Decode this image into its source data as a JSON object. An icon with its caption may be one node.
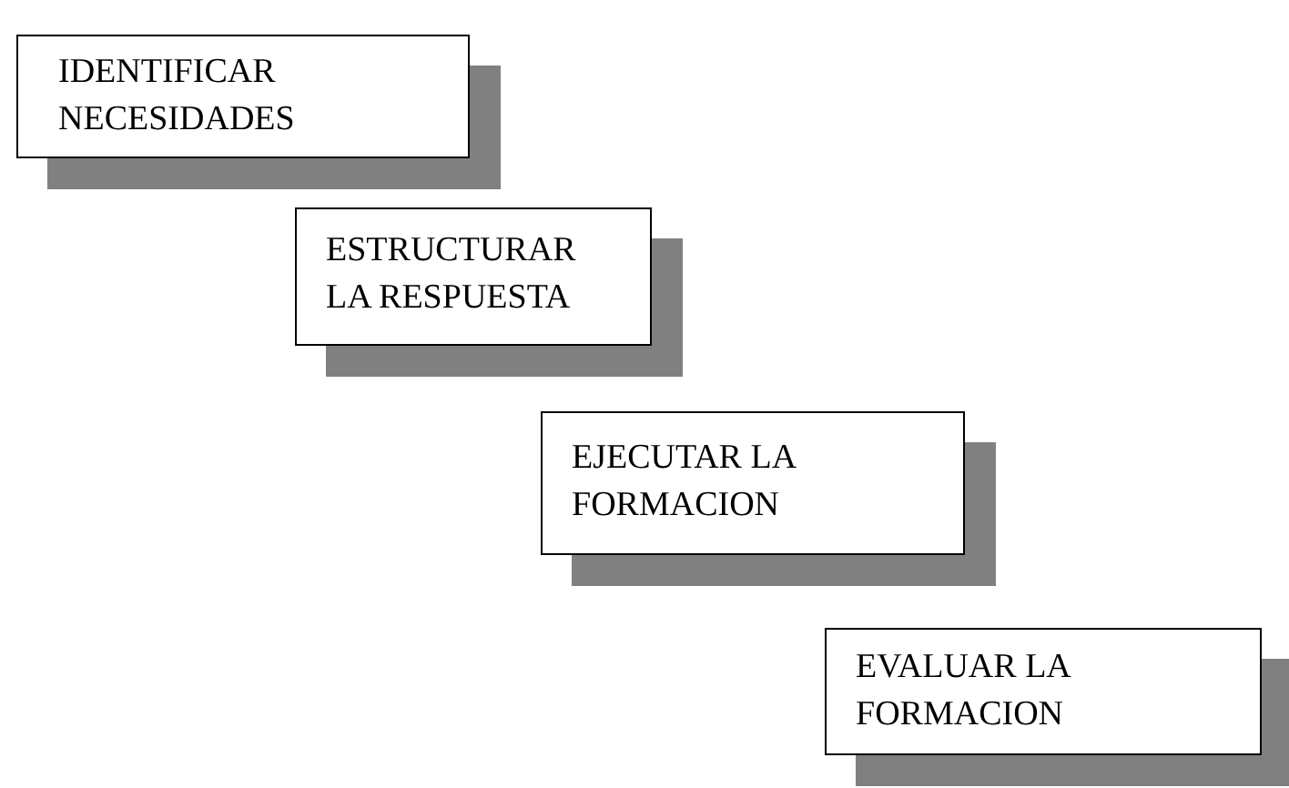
{
  "diagram": {
    "nodes": [
      {
        "text": [
          "IDENTIFICAR NECESIDADES"
        ]
      },
      {
        "text": [
          "ESTRUCTURAR LA RESPUESTA"
        ]
      },
      {
        "text": [
          "EJECUTAR LA FORMACION"
        ]
      },
      {
        "text": [
          "EVALUAR LA FORMACION"
        ]
      }
    ],
    "edges": []
  }
}
